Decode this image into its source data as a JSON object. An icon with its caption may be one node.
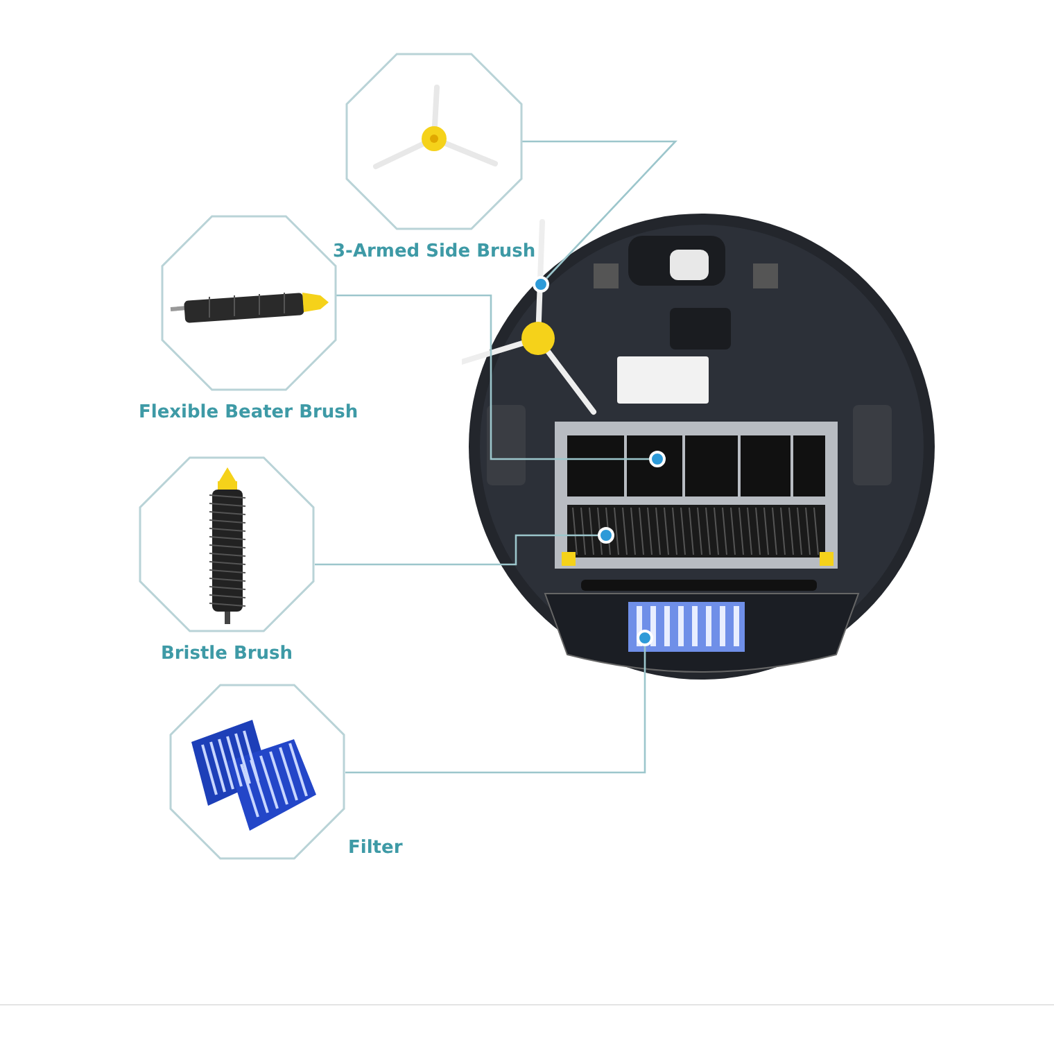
{
  "diagram": {
    "nodes": [
      {
        "text": [
          "3-Armed Side Brush"
        ]
      },
      {
        "text": [
          "Flexible Beater Brush"
        ]
      },
      {
        "text": [
          "Bristle Brush"
        ]
      },
      {
        "text": [
          "Filter"
        ]
      },
      {
        "text": [],
        "shape": "picture"
      },
      {
        "text": [],
        "shape": "circle",
        "in": 4
      },
      {
        "text": [],
        "shape": "circle",
        "in": 4
      },
      {
        "text": [],
        "shape": "circle",
        "in": 4
      },
      {
        "text": [],
        "shape": "circle",
        "in": 4
      }
    ],
    "edges": [
      {
        "from": 0,
        "to": 5,
        "arrow": "none"
      },
      {
        "from": 1,
        "to": 6,
        "arrow": "none"
      },
      {
        "from": 2,
        "to": 7,
        "arrow": "none"
      },
      {
        "from": 3,
        "to": 8,
        "arrow": "none"
      }
    ]
  }
}
